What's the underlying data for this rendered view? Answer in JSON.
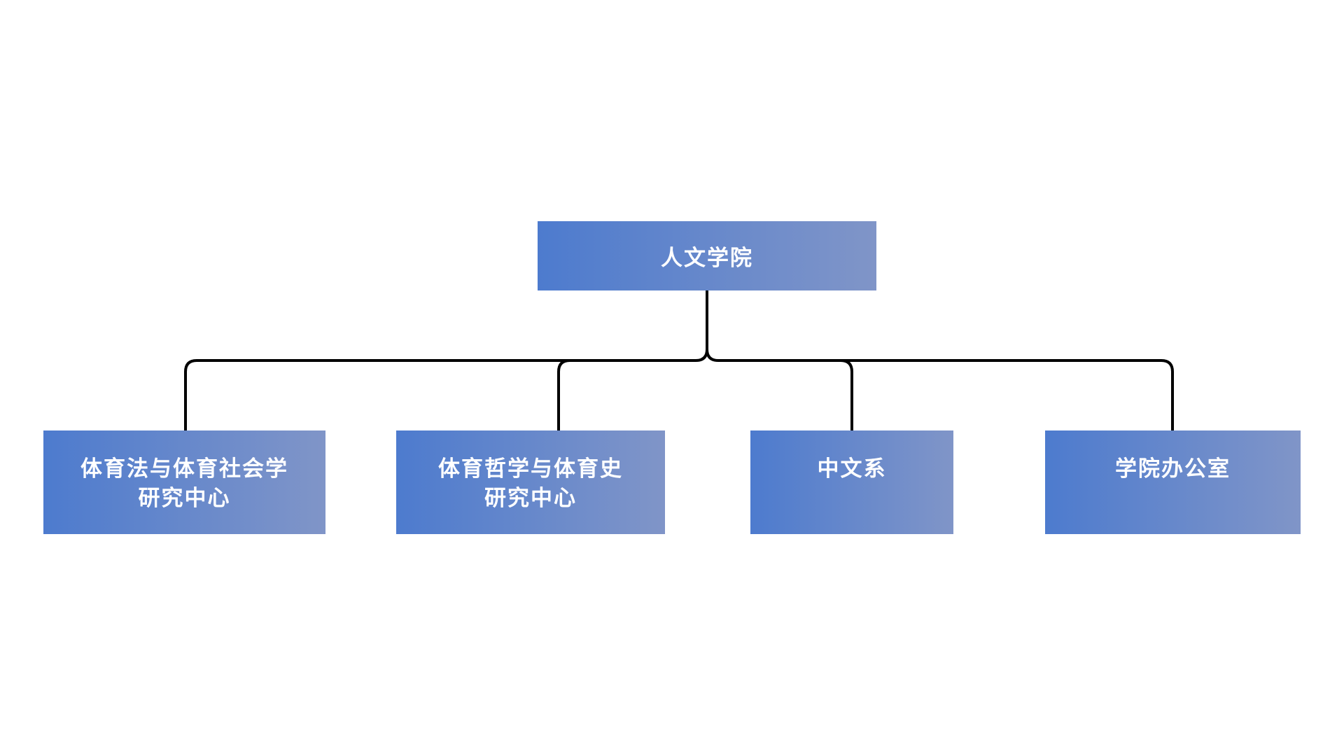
{
  "root": {
    "label": "人文学院"
  },
  "children": [
    {
      "lines": [
        "体育法与体育社会学",
        "研究中心"
      ]
    },
    {
      "lines": [
        "体育哲学与体育史",
        "研究中心"
      ]
    },
    {
      "lines": [
        "中文系"
      ]
    },
    {
      "lines": [
        "学院办公室"
      ]
    }
  ],
  "colors": {
    "background": "#ffffff",
    "box_gradient_start": "#4d7bce",
    "box_gradient_end": "#8095c8",
    "connector": "#000000",
    "text": "#ffffff"
  },
  "chart_data": {
    "type": "org-chart",
    "title": "人文学院",
    "nodes": [
      {
        "id": "root",
        "label": "人文学院",
        "parent": null
      },
      {
        "id": "c1",
        "label": "体育法与体育社会学研究中心",
        "parent": "root"
      },
      {
        "id": "c2",
        "label": "体育哲学与体育史研究中心",
        "parent": "root"
      },
      {
        "id": "c3",
        "label": "中文系",
        "parent": "root"
      },
      {
        "id": "c4",
        "label": "学院办公室",
        "parent": "root"
      }
    ]
  }
}
